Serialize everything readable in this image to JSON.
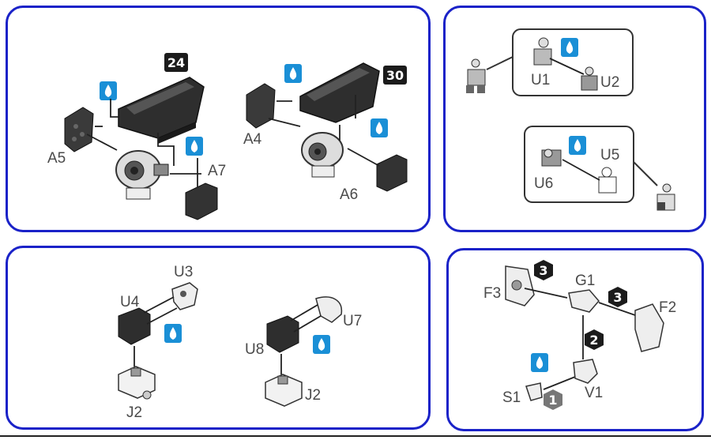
{
  "panels": {
    "top_left": {
      "steps": [
        "24",
        "30"
      ],
      "labels": [
        "A5",
        "A7",
        "A4",
        "A6"
      ]
    },
    "top_right": {
      "labels": [
        "U1",
        "U2",
        "U5",
        "U6"
      ]
    },
    "bottom_left": {
      "labels": [
        "U3",
        "U4",
        "J2",
        "U8",
        "U7",
        "J2"
      ]
    },
    "bottom_right": {
      "labels": [
        "F3",
        "G1",
        "F2",
        "S1",
        "V1"
      ],
      "order": [
        "3",
        "3",
        "2",
        "1"
      ]
    }
  },
  "colors": {
    "border": "#1a22c8",
    "glue_icon": "#1a8fd6",
    "part_dark": "#3a3a3a",
    "label": "#4a4a4a"
  },
  "icons": [
    "glue-drop-icon"
  ]
}
